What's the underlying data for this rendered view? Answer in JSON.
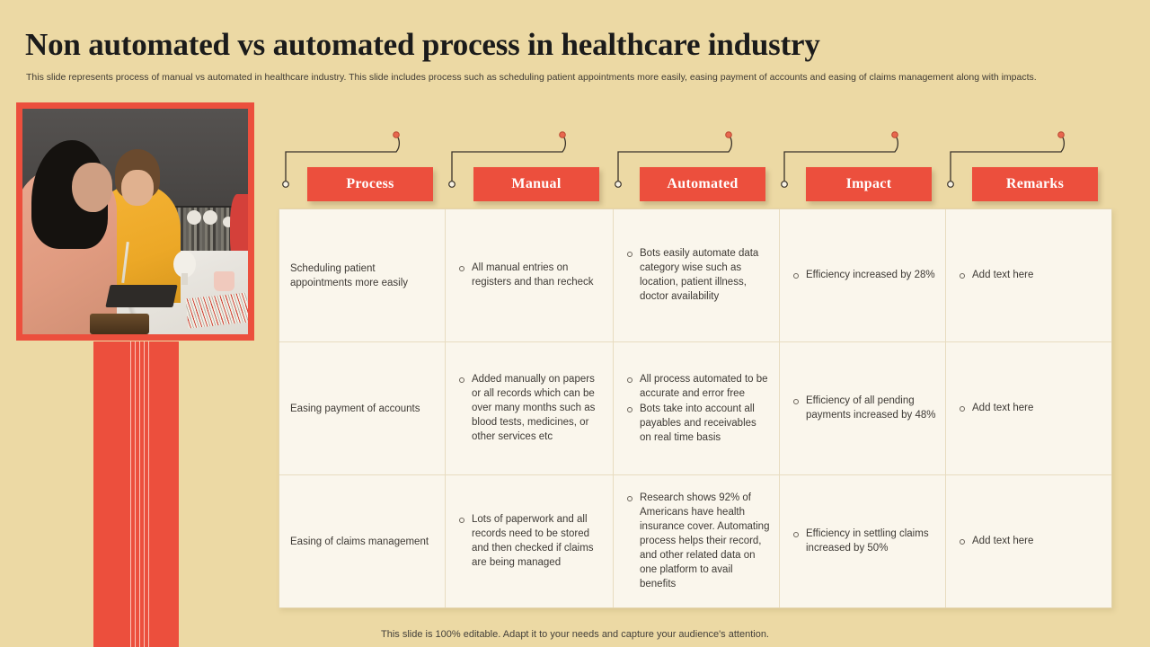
{
  "slide": {
    "title": "Non automated vs automated process in healthcare industry",
    "subtitle": "This slide represents process of manual vs automated in healthcare industry. This slide includes process such as scheduling patient appointments more easily, easing payment of accounts and easing of claims management along with impacts.",
    "footer": "This slide is 100% editable. Adapt it to your needs and capture your audience's attention."
  },
  "colors": {
    "background": "#ecd9a4",
    "accent_red": "#ec4f3d",
    "cell_background": "#faf6ec",
    "cell_border": "#e8dcc0",
    "text": "#3e3a35"
  },
  "image": {
    "alt": "two people working together at a desk with papers and stationery"
  },
  "headers": [
    {
      "label": "Process"
    },
    {
      "label": "Manual"
    },
    {
      "label": "Automated"
    },
    {
      "label": "Impact"
    },
    {
      "label": "Remarks"
    }
  ],
  "rows": [
    {
      "process": "Scheduling patient appointments more easily",
      "manual": [
        "All manual entries on registers and than recheck"
      ],
      "automated": [
        "Bots easily automate data category wise such as location, patient illness, doctor availability"
      ],
      "impact": [
        "Efficiency increased by 28%"
      ],
      "remarks": [
        "Add text here"
      ]
    },
    {
      "process": "Easing payment of accounts",
      "manual": [
        "Added manually on papers or all records which can be over many months such as blood tests, medicines, or other services etc"
      ],
      "automated": [
        "All process automated to be accurate and error free",
        "Bots take into account all payables and receivables on real time basis"
      ],
      "impact": [
        "Efficiency of all pending payments increased by 48%"
      ],
      "remarks": [
        "Add text here"
      ]
    },
    {
      "process": "Easing of claims management",
      "manual": [
        "Lots of paperwork and all records need to be stored and then checked if claims are being managed"
      ],
      "automated": [
        "Research shows 92% of Americans have health insurance cover. Automating process helps their record, and other related data on one platform to avail benefits"
      ],
      "impact": [
        "Efficiency in settling claims increased by 50%"
      ],
      "remarks": [
        "Add text here"
      ]
    }
  ]
}
